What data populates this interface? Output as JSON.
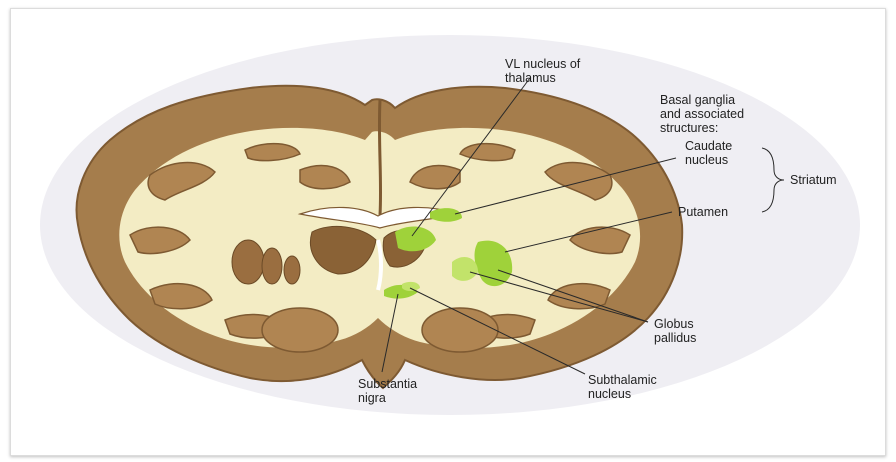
{
  "labels": {
    "vl_nucleus_line1": "VL  nucleus of",
    "vl_nucleus_line2": "thalamus",
    "basal_ganglia_line1": "Basal ganglia",
    "basal_ganglia_line2": "and associated",
    "basal_ganglia_line3": "structures:",
    "caudate_line1": "Caudate",
    "caudate_line2": "nucleus",
    "striatum": "Striatum",
    "putamen": "Putamen",
    "globus_line1": "Globus",
    "globus_line2": "pallidus",
    "substantia_line1": "Substantia",
    "substantia_line2": "nigra",
    "subthalamic_line1": "Subthalamic",
    "subthalamic_line2": "nucleus"
  },
  "colors": {
    "cortex": "#a57d4c",
    "cortex_dark": "#8a6236",
    "white_matter": "#f3ecc4",
    "highlight_green": "#9fd23a",
    "highlight_green_light": "#c2e36a",
    "background_oval": "#efeef3"
  }
}
